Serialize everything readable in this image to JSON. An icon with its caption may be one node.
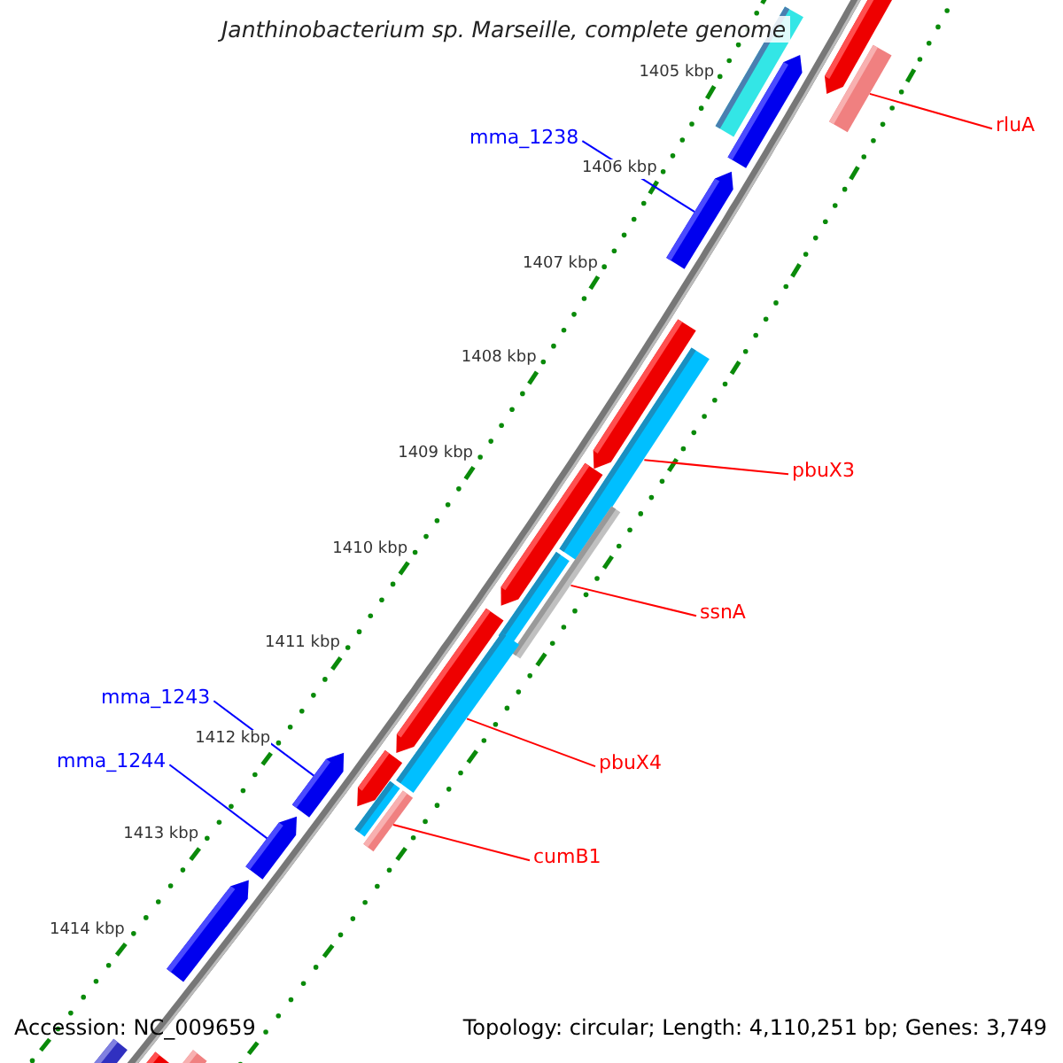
{
  "diagram": {
    "title": "Janthinobacterium sp. Marseille, complete genome",
    "nodes": [
      {
        "text": [
          "rluA"
        ]
      },
      {
        "text": [
          "mma_1238"
        ]
      },
      {
        "text": [
          "pbuX3"
        ]
      },
      {
        "text": [
          "ssnA"
        ]
      },
      {
        "text": [
          "mma_1243"
        ]
      },
      {
        "text": [
          "mma_1244"
        ]
      },
      {
        "text": [
          "pbuX4"
        ]
      },
      {
        "text": [
          "cumB1"
        ]
      },
      {
        "text": [],
        "shape": "bar"
      },
      {
        "text": [],
        "shape": "bar"
      },
      {
        "text": [],
        "shape": "bar"
      },
      {
        "text": [],
        "shape": "bar"
      },
      {
        "text": [],
        "shape": "bar"
      },
      {
        "text": [],
        "shape": "bar"
      },
      {
        "text": [],
        "shape": "bar"
      },
      {
        "text": [],
        "shape": "bar"
      },
      {
        "text": [],
        "shape": "bar"
      },
      {
        "text": [],
        "shape": "bar"
      },
      {
        "text": [],
        "shape": "bar"
      },
      {
        "text": [],
        "shape": "bar"
      },
      {
        "text": [],
        "shape": "bar"
      },
      {
        "text": [],
        "shape": "bar"
      },
      {
        "text": [],
        "shape": "bar"
      },
      {
        "text": [],
        "shape": "bar"
      },
      {
        "text": [],
        "shape": "bar"
      },
      {
        "text": [],
        "shape": "bar"
      },
      {
        "text": [],
        "shape": "bar"
      },
      {
        "text": [],
        "shape": "bar"
      },
      {
        "text": [],
        "shape": "bar"
      }
    ],
    "edges": [
      {
        "from": 0,
        "to": 9,
        "arrow": "none"
      },
      {
        "from": 1,
        "to": 12,
        "arrow": "none",
        "color": "#0000ff"
      },
      {
        "from": 2,
        "to": 14,
        "arrow": "none"
      },
      {
        "from": 3,
        "to": 16,
        "arrow": "none"
      },
      {
        "from": 4,
        "to": 23,
        "arrow": "none",
        "color": "#0000ff"
      },
      {
        "from": 5,
        "to": 24,
        "arrow": "none",
        "color": "#0000ff"
      },
      {
        "from": 6,
        "to": 19,
        "arrow": "none"
      },
      {
        "from": 7,
        "to": 22,
        "arrow": "none"
      }
    ],
    "labels": [
      "1405 kbp",
      "1406 kbp",
      "1407 kbp",
      "1408 kbp",
      "1409 kbp",
      "1410 kbp",
      "1411 kbp",
      "1412 kbp",
      "1413 kbp",
      "1414 kbp",
      "Accession: NC_009659",
      "Topology: circular; Length: 4,110,251 bp; Genes: 3,749"
    ]
  }
}
